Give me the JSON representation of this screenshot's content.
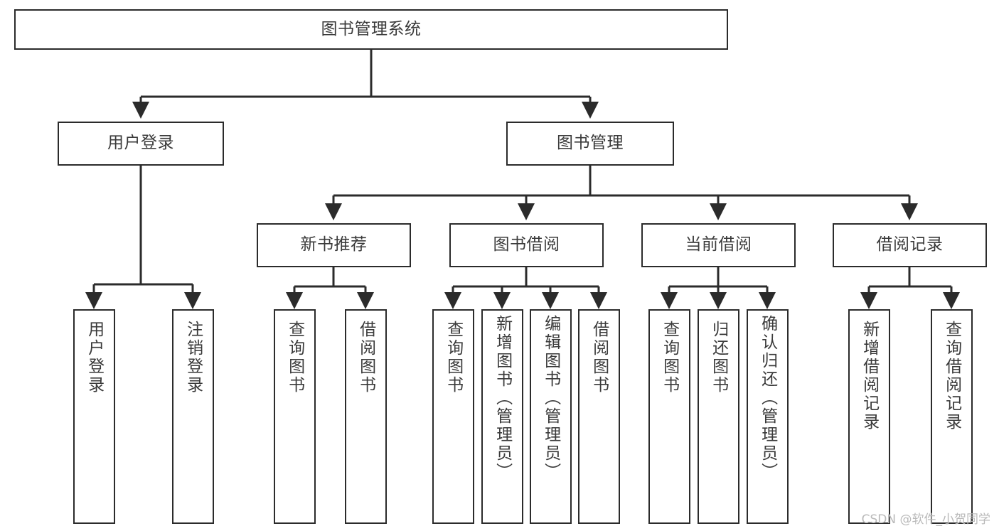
{
  "diagram": {
    "title": "图书管理系统",
    "type": "tree-hierarchy-chart",
    "watermark": "CSDN @软件_小贺同学",
    "colors": {
      "node_border": "#2b2b2b",
      "node_fill": "#ffffff",
      "edge": "#2b2b2b",
      "text": "#3a3a3a",
      "watermark": "#b9b9b9",
      "background": "#ffffff"
    },
    "nodes": {
      "root": {
        "label": "图书管理系统"
      },
      "level2": [
        {
          "id": "user-login",
          "label": "用户登录"
        },
        {
          "id": "book-manage",
          "label": "图书管理"
        }
      ],
      "level3": [
        {
          "id": "new-book-recommend",
          "label": "新书推荐"
        },
        {
          "id": "book-borrow",
          "label": "图书借阅"
        },
        {
          "id": "current-borrow",
          "label": "当前借阅"
        },
        {
          "id": "borrow-record",
          "label": "借阅记录"
        }
      ],
      "leaves": {
        "user_login": [
          {
            "id": "leaf-user-login",
            "label": "用户登录"
          },
          {
            "id": "leaf-logout-login",
            "label": "注销登录"
          }
        ],
        "new_book_recommend": [
          {
            "id": "leaf-query-book-1",
            "label": "查询图书"
          },
          {
            "id": "leaf-borrow-book-1",
            "label": "借阅图书"
          }
        ],
        "book_borrow": [
          {
            "id": "leaf-query-book-2",
            "label": "查询图书"
          },
          {
            "id": "leaf-add-book",
            "label": "新增图书（管理员）"
          },
          {
            "id": "leaf-edit-book",
            "label": "编辑图书（管理员）"
          },
          {
            "id": "leaf-borrow-book-2",
            "label": "借阅图书"
          }
        ],
        "current_borrow": [
          {
            "id": "leaf-query-book-3",
            "label": "查询图书"
          },
          {
            "id": "leaf-return-book",
            "label": "归还图书"
          },
          {
            "id": "leaf-confirm-return",
            "label": "确认归还（管理员）"
          }
        ],
        "borrow_record": [
          {
            "id": "leaf-add-record",
            "label": "新增借阅记录"
          },
          {
            "id": "leaf-query-record",
            "label": "查询借阅记录"
          }
        ]
      }
    }
  }
}
